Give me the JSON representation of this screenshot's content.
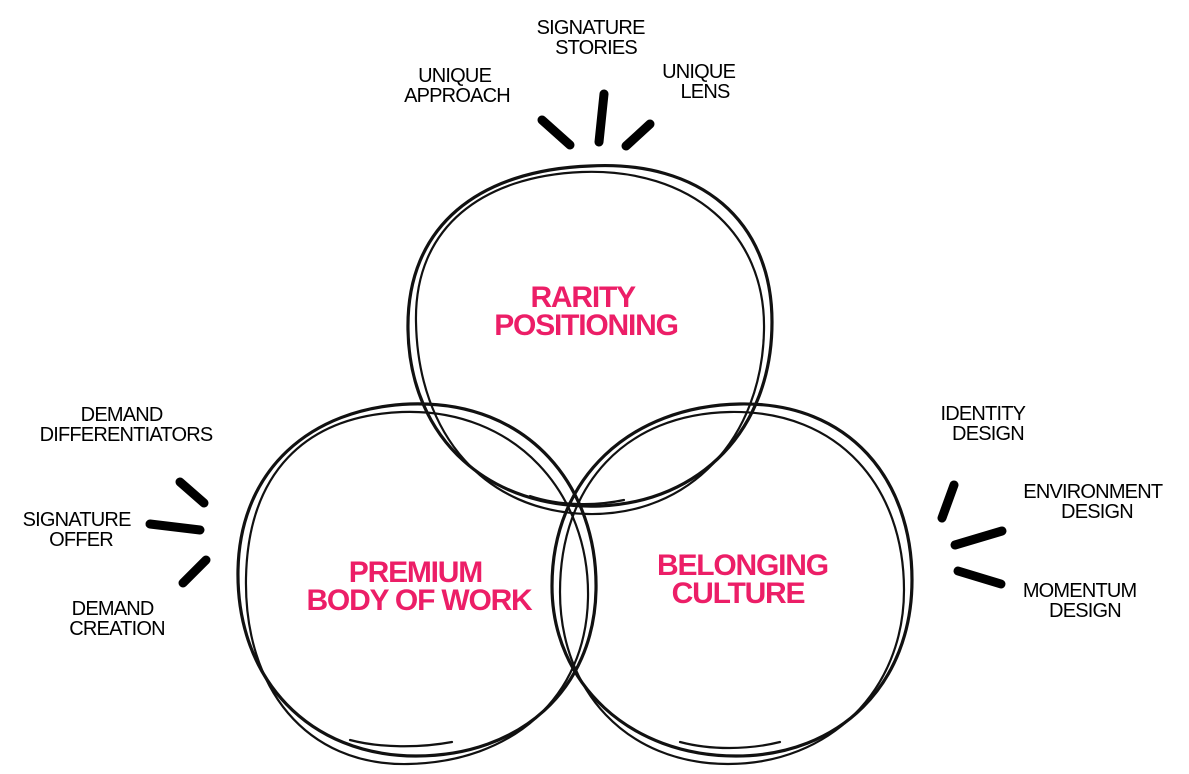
{
  "colors": {
    "accent": "#ec1e67",
    "ink": "#000000",
    "background": "#ffffff"
  },
  "circles": {
    "top": {
      "line1": "RARITY",
      "line2": "POSITIONING"
    },
    "left": {
      "line1": "PREMIUM",
      "line2": "BODY OF WORK"
    },
    "right": {
      "line1": "BELONGING",
      "line2": "CULTURE"
    }
  },
  "labels": {
    "top": [
      {
        "line1": "UNIQUE",
        "line2": "APPROACH"
      },
      {
        "line1": "SIGNATURE",
        "line2": "STORIES"
      },
      {
        "line1": "UNIQUE",
        "line2": "LENS"
      }
    ],
    "left": [
      {
        "line1": "DEMAND",
        "line2": "DIFFERENTIATORS"
      },
      {
        "line1": "SIGNATURE",
        "line2": "OFFER"
      },
      {
        "line1": "DEMAND",
        "line2": "CREATION"
      }
    ],
    "right": [
      {
        "line1": "IDENTITY",
        "line2": "DESIGN"
      },
      {
        "line1": "ENVIRONMENT",
        "line2": "DESIGN"
      },
      {
        "line1": "MOMENTUM",
        "line2": "DESIGN"
      }
    ]
  }
}
